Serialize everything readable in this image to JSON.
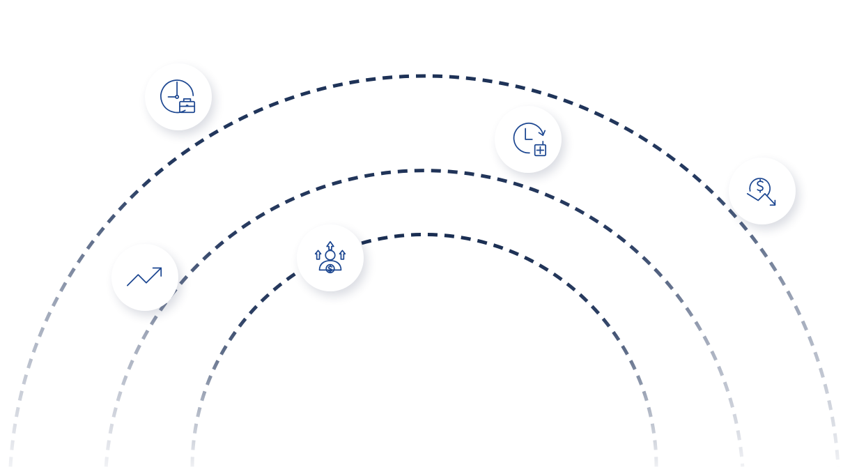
{
  "colors": {
    "arc_dark": "#1a2e52",
    "arc_light": "#f1f2f5",
    "icon_stroke": "#1d4791",
    "node_fill": "#ffffff"
  },
  "arcs": [
    {
      "name": "outer-arc"
    },
    {
      "name": "middle-arc"
    },
    {
      "name": "inner-arc"
    }
  ],
  "nodes": [
    {
      "name": "clock-briefcase",
      "icon": "clock-briefcase-icon"
    },
    {
      "name": "clock-plus",
      "icon": "clock-plus-icon"
    },
    {
      "name": "dollar-down",
      "icon": "dollar-decline-icon"
    },
    {
      "name": "trend-up",
      "icon": "trend-up-icon"
    },
    {
      "name": "person-dollar-growth",
      "icon": "person-dollar-growth-icon"
    }
  ]
}
